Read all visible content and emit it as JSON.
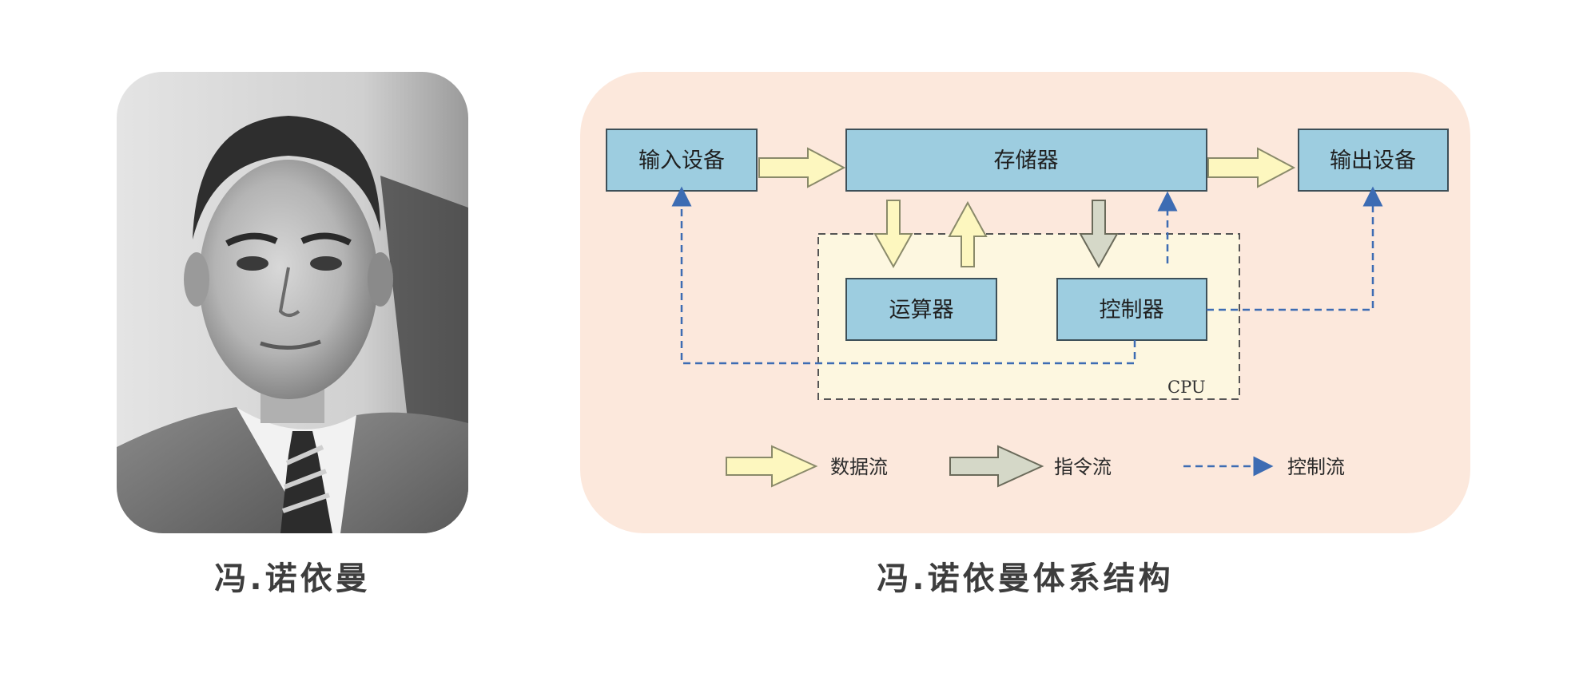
{
  "portrait": {
    "caption": "冯.诺依曼"
  },
  "diagram": {
    "caption": "冯.诺依曼体系结构",
    "boxes": {
      "input": "输入设备",
      "memory": "存储器",
      "output": "输出设备",
      "alu": "运算器",
      "controller": "控制器"
    },
    "cpu_label": "CPU",
    "legend": {
      "data_flow": "数据流",
      "instruction_flow": "指令流",
      "control_flow": "控制流"
    },
    "colors": {
      "background": "#fce8dc",
      "cpu_region": "#fdf7e0",
      "box_fill": "#9dcde0",
      "box_stroke": "#3d4f58",
      "data_arrow": "#fdf7bf",
      "instruction_arrow": "#d5d8c8",
      "control_arrow": "#3d6cb3"
    }
  }
}
